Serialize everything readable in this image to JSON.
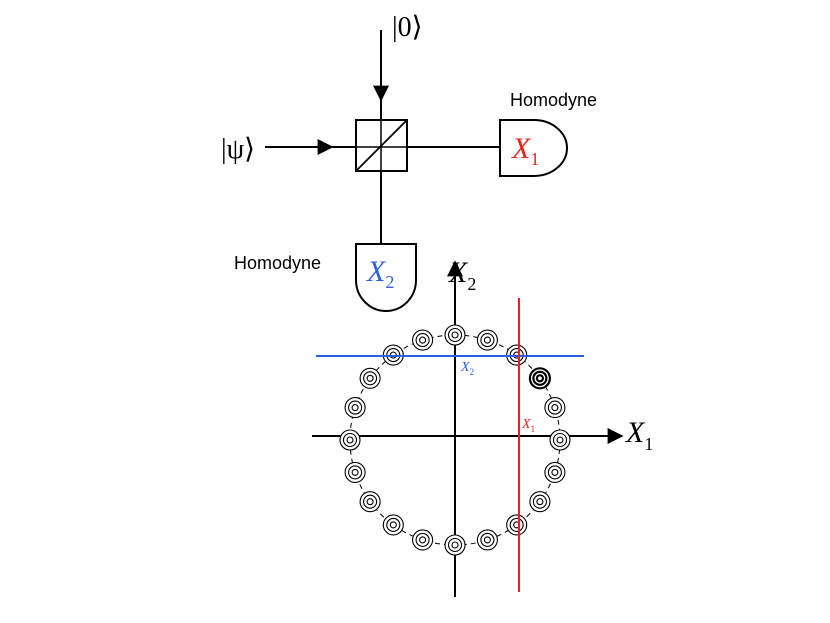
{
  "inputs": {
    "vacuum_ket": "|0⟩",
    "signal_ket": "|ψ⟩"
  },
  "detectors": {
    "right": {
      "caption": "Homodyne",
      "symbol": "X",
      "subscript": "1",
      "color": "#e8231b"
    },
    "bottom": {
      "caption": "Homodyne",
      "symbol": "X",
      "subscript": "2",
      "color": "#2f5fe0"
    }
  },
  "phase_space": {
    "x_axis": {
      "symbol": "X",
      "subscript": "1"
    },
    "y_axis": {
      "symbol": "X",
      "subscript": "2"
    },
    "cut_labels": {
      "x1": {
        "symbol": "X",
        "subscript": "1",
        "color": "#e8231b"
      },
      "x2": {
        "symbol": "X",
        "subscript": "2",
        "color": "#2f5fe0"
      }
    },
    "line_colors": {
      "x1_cut": "#e8231b",
      "x2_cut": "#2f5fe0",
      "axes": "#000000"
    },
    "state_count": 20,
    "highlighted_state_index": 3
  }
}
